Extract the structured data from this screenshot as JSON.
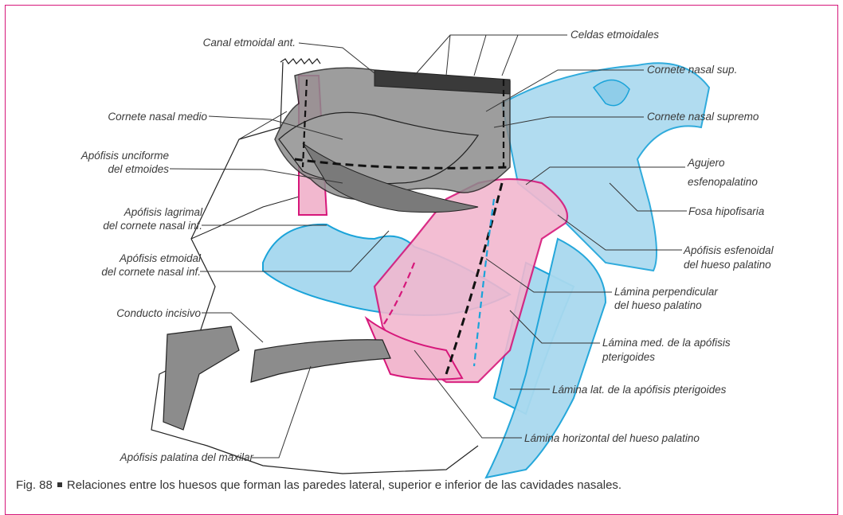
{
  "colors": {
    "frame": "#d6177a",
    "bone_gray": "#8c8c8c",
    "dark_gray": "#5a5a5a",
    "pink_fill": "#f2b8cf",
    "pink_edge": "#d6177a",
    "blue_fill": "#a9d9ef",
    "blue_edge": "#1aa3d9",
    "ink": "#222222"
  },
  "labels": {
    "canal_etmoidal_ant": "Canal etmoidal ant.",
    "celdas_etmoidales": "Celdas etmoidales",
    "cornete_nasal_sup": "Cornete nasal sup.",
    "cornete_nasal_medio": "Cornete nasal medio",
    "cornete_nasal_supremo": "Cornete nasal supremo",
    "apofisis_unciforme_1": "Apófisis unciforme",
    "apofisis_unciforme_2": "del etmoides",
    "agujero_1": "Agujero",
    "agujero_2": "esfenopalatino",
    "fosa_hipofisaria": "Fosa hipofisaria",
    "apofisis_lagrimal_1": "Apófisis lagrimal",
    "apofisis_lagrimal_2": "del cornete nasal inf.",
    "apofisis_esfenoidal_1": "Apófisis esfenoidal",
    "apofisis_esfenoidal_2": "del hueso palatino",
    "apofisis_etmoidal_1": "Apófisis etmoidal",
    "apofisis_etmoidal_2": "del cornete nasal inf.",
    "lamina_perpendicular_1": "Lámina perpendicular",
    "lamina_perpendicular_2": "del hueso palatino",
    "conducto_incisivo": "Conducto incisivo",
    "lamina_med_1": "Lámina med. de la apófisis",
    "lamina_med_2": "pterigoides",
    "lamina_lat": "Lámina lat. de la apófisis pterigoides",
    "lamina_horizontal": "Lámina horizontal del hueso palatino",
    "apofisis_palatina": "Apófisis palatina del maxilar"
  },
  "caption": {
    "fig": "Fig. 88",
    "text": "Relaciones entre los huesos que forman las paredes lateral, superior e inferior de las cavidades nasales."
  }
}
